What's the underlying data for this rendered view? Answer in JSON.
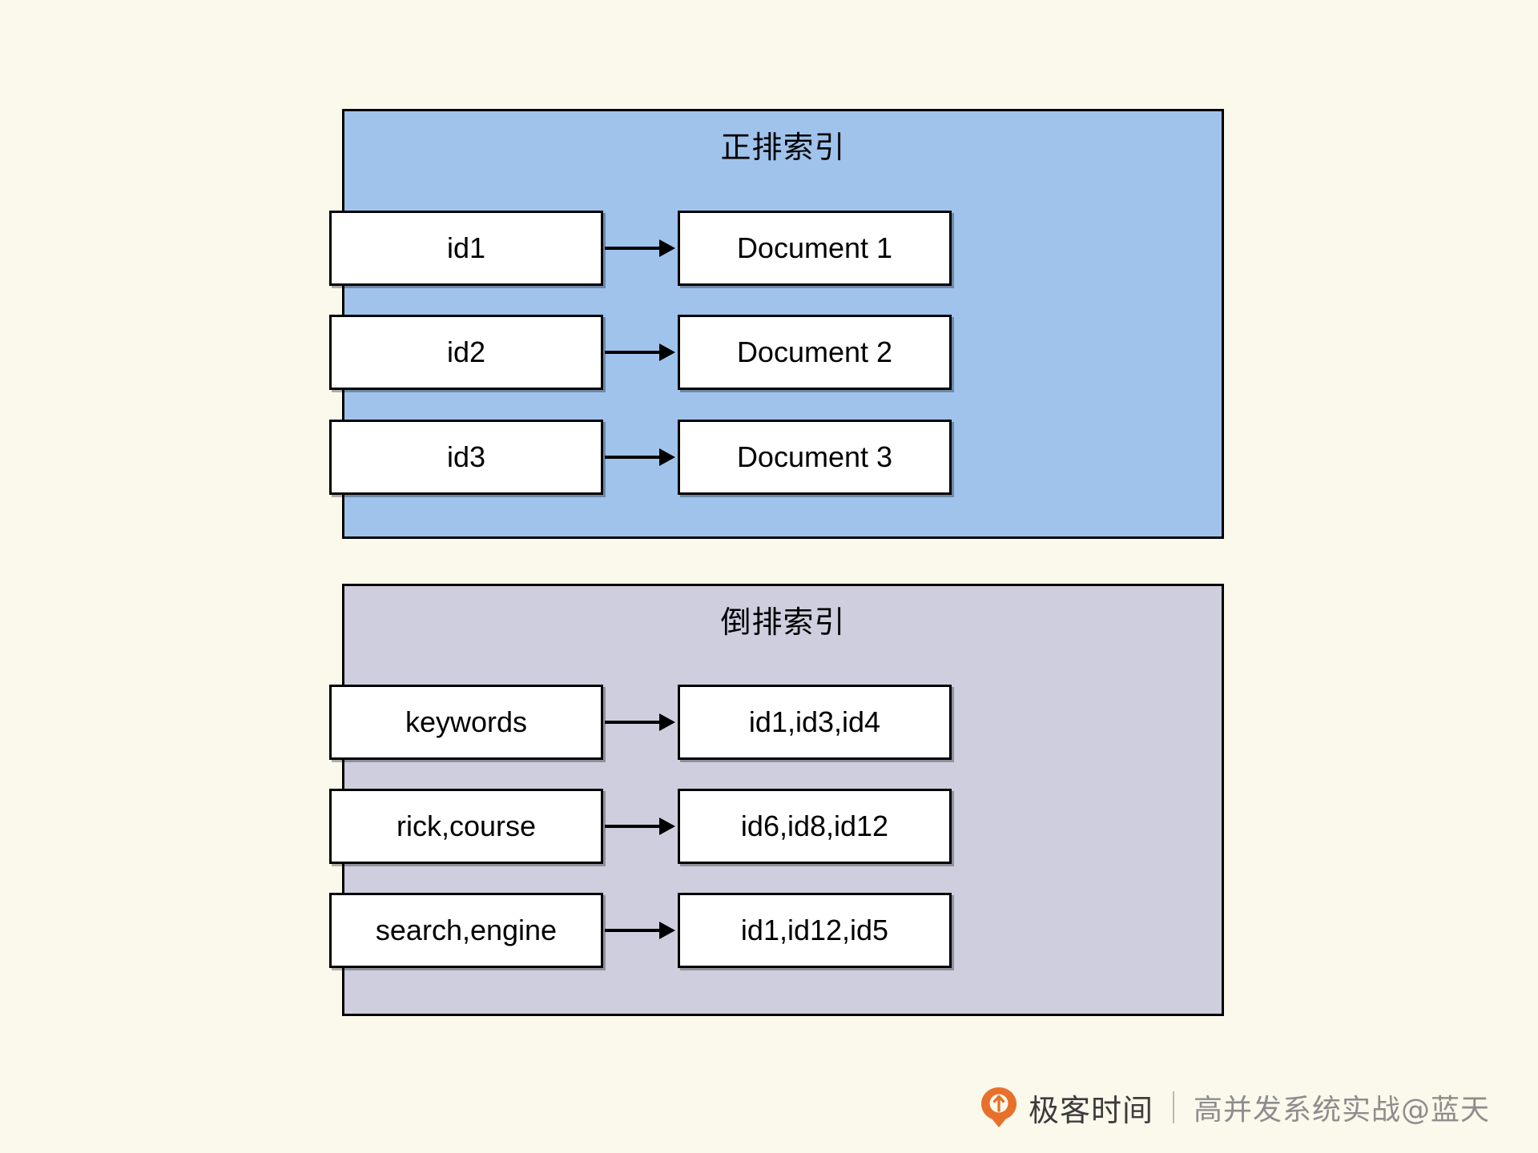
{
  "background_color": "#fbf8ec",
  "diagram": {
    "panels": [
      {
        "id": "forward-index",
        "title": "正排索引",
        "fill_color": "#a0c3ec",
        "border_color": "#000000",
        "rows": [
          {
            "left": "id1",
            "right": "Document 1",
            "arrow": "arrow-right"
          },
          {
            "left": "id2",
            "right": "Document 2",
            "arrow": "arrow-right"
          },
          {
            "left": "id3",
            "right": "Document 3",
            "arrow": "arrow-right"
          }
        ]
      },
      {
        "id": "inverted-index",
        "title": "倒排索引",
        "fill_color": "#cfcede",
        "border_color": "#000000",
        "rows": [
          {
            "left": "keywords",
            "right": "id1,id3,id4",
            "arrow": "arrow-right"
          },
          {
            "left": "rick,course",
            "right": "id6,id8,id12",
            "arrow": "arrow-right"
          },
          {
            "left": "search,engine",
            "right": "id1,id12,id5",
            "arrow": "arrow-right"
          }
        ]
      }
    ]
  },
  "footer": {
    "logo_icon": "geekbang-logo-icon",
    "logo_color": "#e8702a",
    "brand": "极客时间",
    "divider": "|",
    "subtitle": "高并发系统实战@蓝天"
  }
}
